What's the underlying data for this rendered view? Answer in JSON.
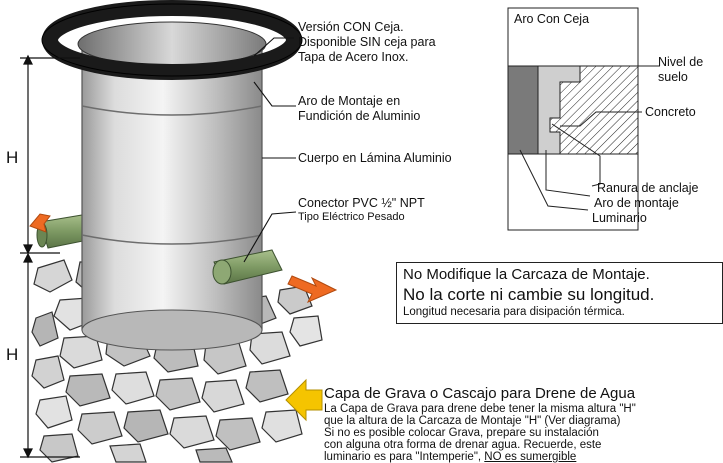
{
  "callouts": {
    "version": [
      "Versión CON Ceja.",
      "Disponible SIN ceja para",
      "Tapa de Acero Inox."
    ],
    "mount_ring": [
      "Aro de Montaje en",
      "Fundición de Aluminio"
    ],
    "body": "Cuerpo en Lámina Aluminio",
    "connector": [
      "Conector PVC ½\" NPT",
      "Tipo Eléctrico Pesado"
    ]
  },
  "dimensions": {
    "upper": "H",
    "lower": "H"
  },
  "detail": {
    "title": "Aro Con Ceja",
    "labels": {
      "ground_level": [
        "Nivel de",
        "suelo"
      ],
      "concrete": "Concreto",
      "groove": "Ranura de anclaje",
      "ring": "Aro de montaje",
      "luminaire": "Luminario"
    }
  },
  "warning": {
    "line1": "No Modifique la Carcaza de Montaje.",
    "line2": "No la corte ni cambie su longitud.",
    "line3": "Longitud necesaria para disipación térmica."
  },
  "drain": {
    "title": "Capa de Grava o Cascajo para Drene de Agua",
    "lines": [
      "La Capa de Grava para drene debe tener la misma altura \"H\"",
      "que la altura de la Carcaza de Montaje \"H\" (Ver diagrama)",
      "Si no es posible colocar Grava, prepare su instalación",
      "con alguna otra forma de drenar agua. Recuerde, este",
      "luminario es para \"Intemperie\", "
    ],
    "underlined": "NO es sumergible"
  },
  "colors": {
    "ring": "#1a1a1a",
    "aluminum_light": "#e4e4e4",
    "aluminum_dark": "#8c8c8c",
    "pvc": "#7e9a64",
    "arrow_orange": "#ee6a22",
    "arrow_yellow": "#f5c400",
    "stone_gray": "#c4c4c4"
  }
}
